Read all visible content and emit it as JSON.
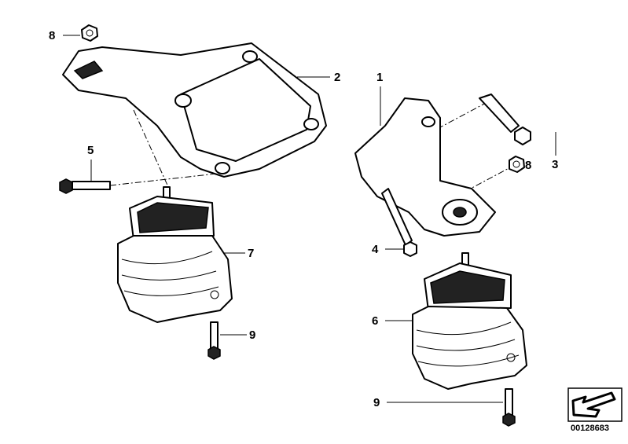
{
  "callouts": [
    {
      "id": "8a",
      "text": "8"
    },
    {
      "id": "2",
      "text": "2"
    },
    {
      "id": "1",
      "text": "1"
    },
    {
      "id": "5",
      "text": "5"
    },
    {
      "id": "3",
      "text": "3"
    },
    {
      "id": "8b",
      "text": "8"
    },
    {
      "id": "7",
      "text": "7"
    },
    {
      "id": "4",
      "text": "4"
    },
    {
      "id": "6",
      "text": "6"
    },
    {
      "id": "9a",
      "text": "9"
    },
    {
      "id": "9b",
      "text": "9"
    }
  ],
  "diagram_code": "00128683"
}
